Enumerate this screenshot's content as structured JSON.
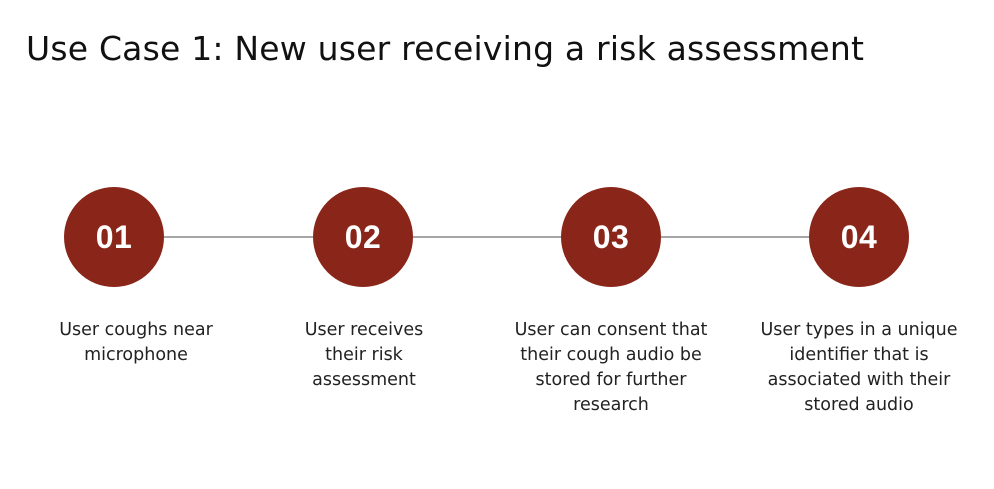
{
  "title": "Use Case 1: New user receiving a risk assessment",
  "colors": {
    "step_circle": "#892619",
    "connector": "#a6a6a6",
    "number_text": "#ffffff"
  },
  "steps": [
    {
      "number": "01",
      "text": "User coughs near microphone"
    },
    {
      "number": "02",
      "text": "User receives their risk assessment"
    },
    {
      "number": "03",
      "text": "User can consent that their cough audio be stored for further research"
    },
    {
      "number": "04",
      "text": "User types in a unique identifier that is associated with their stored audio"
    }
  ]
}
